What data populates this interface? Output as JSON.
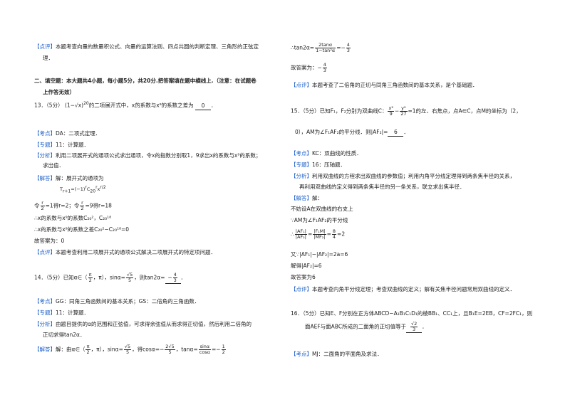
{
  "left": {
    "note_top_tag": "【点评】",
    "note_top_line1": "本题考查向量的数量积公式、向量的运算法则、四点共圆的判断定理、三角形的正弦定",
    "note_top_line2": "理．",
    "section_line1": "二、填空题：本大题共4小题，每小题5分，共20分.把答案填在题中横线上.（注意：在试题卷",
    "section_line2": "上作答无效）",
    "q13_num": "13．",
    "q13_score": "（5分）",
    "q13_expr": "(1−√x)",
    "q13_exp": "20",
    "q13_text": "的二项展开式中，x的系数与x⁹的系数之差为",
    "q13_answer": "0",
    "q13_end": "．",
    "q13_kd_tag": "【考点】",
    "q13_kd": "DA：二项式定理．",
    "q13_zt_tag": "【专题】",
    "q13_zt": "11：计算题．",
    "q13_fx_tag": "【分析】",
    "q13_fx_line1": "利用二项展开式的通项公式求出通项，令x的指数分别取1，9求出x的系数与x⁹的系数；",
    "q13_fx_line2": "求出值．",
    "q13_jd_tag": "【解答】",
    "q13_jd_line1": "解：展开式的通项为",
    "q13_general": "T",
    "q13_general_sub": "r+1",
    "q13_general_rest": "=(−1)",
    "q13_general_r": "r",
    "q13_general_c": "C",
    "q13_general_csub": "20",
    "q13_general_csup": "r",
    "q13_general_x": "x",
    "q13_general_xexp": "r/2",
    "q13_let1_a": "令",
    "q13_let1_num": "r",
    "q13_let1_den": "2",
    "q13_let1_b": "=1得r=2；令",
    "q13_let2_num": "r",
    "q13_let2_den": "2",
    "q13_let2_b": "=9得r=18",
    "q13_line_coef": "∴x的系数与x⁹的系数C₂₀²，C₂₀¹⁸",
    "q13_line_diff": "∴x的系数与x⁹的系数之差C₂₀²−C₂₀¹⁸=0",
    "q13_answer_line": "故答案为：0",
    "q13_dp_tag": "【点评】",
    "q13_dp": "本题考查利用二项展开式的通项公式解决二项展开式的特定项问题．",
    "q14_num": "14．",
    "q14_score": "（5分）",
    "q14_text_a": "已知α∈（",
    "q14_frac_num": "π",
    "q14_frac_den": "2",
    "q14_text_b": "，π），sinα=",
    "q14_sin_num": "√5",
    "q14_sin_den": "5",
    "q14_text_c": "，则tan2α=",
    "q14_ans_pre": "−",
    "q14_ans_num": "4",
    "q14_ans_den": "3",
    "q14_end": "．",
    "q14_kd_tag": "【考点】",
    "q14_kd": "GG：同角三角函数间的基本关系；GS：二倍角的三角函数．",
    "q14_zt_tag": "【专题】",
    "q14_zt": "11：计算题．",
    "q14_fx_tag": "【分析】",
    "q14_fx_line1": "由题目提供的α的范围和正弦值，可求得余弦值从而求得正切值，然后利用二倍角的",
    "q14_fx_line2": "正切求得tan2α．",
    "q14_jd_tag": "【解答】",
    "q14_jd_a": "解：由α∈（",
    "q14_jd_f1n": "π",
    "q14_jd_f1d": "2",
    "q14_jd_b": "，π），sinα=",
    "q14_jd_f2n": "√5",
    "q14_jd_f2d": "5",
    "q14_jd_c": "，得cosα=−",
    "q14_jd_f3n": "2√5",
    "q14_jd_f3d": "5",
    "q14_jd_d": "，tanα=",
    "q14_jd_f4n": "sinα",
    "q14_jd_f4d": "cosα",
    "q14_jd_e": "=−",
    "q14_jd_f5n": "1",
    "q14_jd_f5d": "2"
  },
  "right": {
    "tan_a": "∴tan2α=",
    "tan_num": "2tanα",
    "tan_den": "1−tan²α",
    "tan_b": "=−",
    "tan_rn": "4",
    "tan_rd": "3",
    "ans_a": "故答案为：−",
    "ans_num": "4",
    "ans_den": "3",
    "dp14_tag": "【点评】",
    "dp14": "本题考查了二倍角的正切与同角三角函数间的基本关系，是个基础题．",
    "q15_num": "15．",
    "q15_score": "（5分）",
    "q15_a": "已知F₁，F₂分别为双曲线C：",
    "q15_f1n": "x²",
    "q15_f1d": "9",
    "q15_minus": "−",
    "q15_f2n": "y²",
    "q15_f2d": "27",
    "q15_b": "=1的左、右焦点，点A∈C，点M的坐标为（2，",
    "q15_line2_a": "0），AM为∠F₁AF₂的平分线．则|AF₂|=",
    "q15_ans": "6",
    "q15_end": "．",
    "q15_kd_tag": "【考点】",
    "q15_kd": "KC：双曲线的性质．",
    "q15_zt_tag": "【专题】",
    "q15_zt": "16：压轴题．",
    "q15_fx_tag": "【分析】",
    "q15_fx_line1": "利用双曲线的方程求出双曲线的参数值；利用内角平分线定理得到两条焦半径的关系，",
    "q15_fx_line2": "再利用双曲线的定义得到两条焦半径的另一条关系，联立求出焦半径．",
    "q15_jd_tag": "【解答】",
    "q15_jd": "解：",
    "q15_s1": "不妨设A在双曲线的右支上",
    "q15_s2": "∵AM为∠F₁AF₂的平分线",
    "q15_s3_a": "∴",
    "q15_s3_f1n": "|AF₁|",
    "q15_s3_f1d": "|AF₂|",
    "q15_s3_b": "=",
    "q15_s3_f2n": "|F₁M|",
    "q15_s3_f2d": "|MF₂|",
    "q15_s3_c": "=",
    "q15_s3_f3n": "8",
    "q15_s3_f3d": "4",
    "q15_s3_d": "=2",
    "q15_s4": "又∵|AF₁|−|AF₂|=2a=6",
    "q15_s5": "解得|AF₂|=6",
    "q15_s6": "故答案为6",
    "q15_dp_tag": "【点评】",
    "q15_dp": "本题考查内角平分线定理；考查双曲线的定义；解有关焦半径问题常用双曲线的定义．",
    "q16_num": "16．",
    "q16_score": "（5分）",
    "q16_line1": "已知E、F分别在正方体ABCD−A₁B₁C₁D₁的棱BB₁、CC₁上，且B₁E=2EB，CF=2FC₁，则",
    "q16_line2_a": "面AEF与面ABC所成的二面角的正切值等于",
    "q16_ans_num": "√2",
    "q16_ans_den": "3",
    "q16_end": "．",
    "q16_kd_tag": "【考点】",
    "q16_kd": "MJ：二面角的平面角及求法．"
  }
}
